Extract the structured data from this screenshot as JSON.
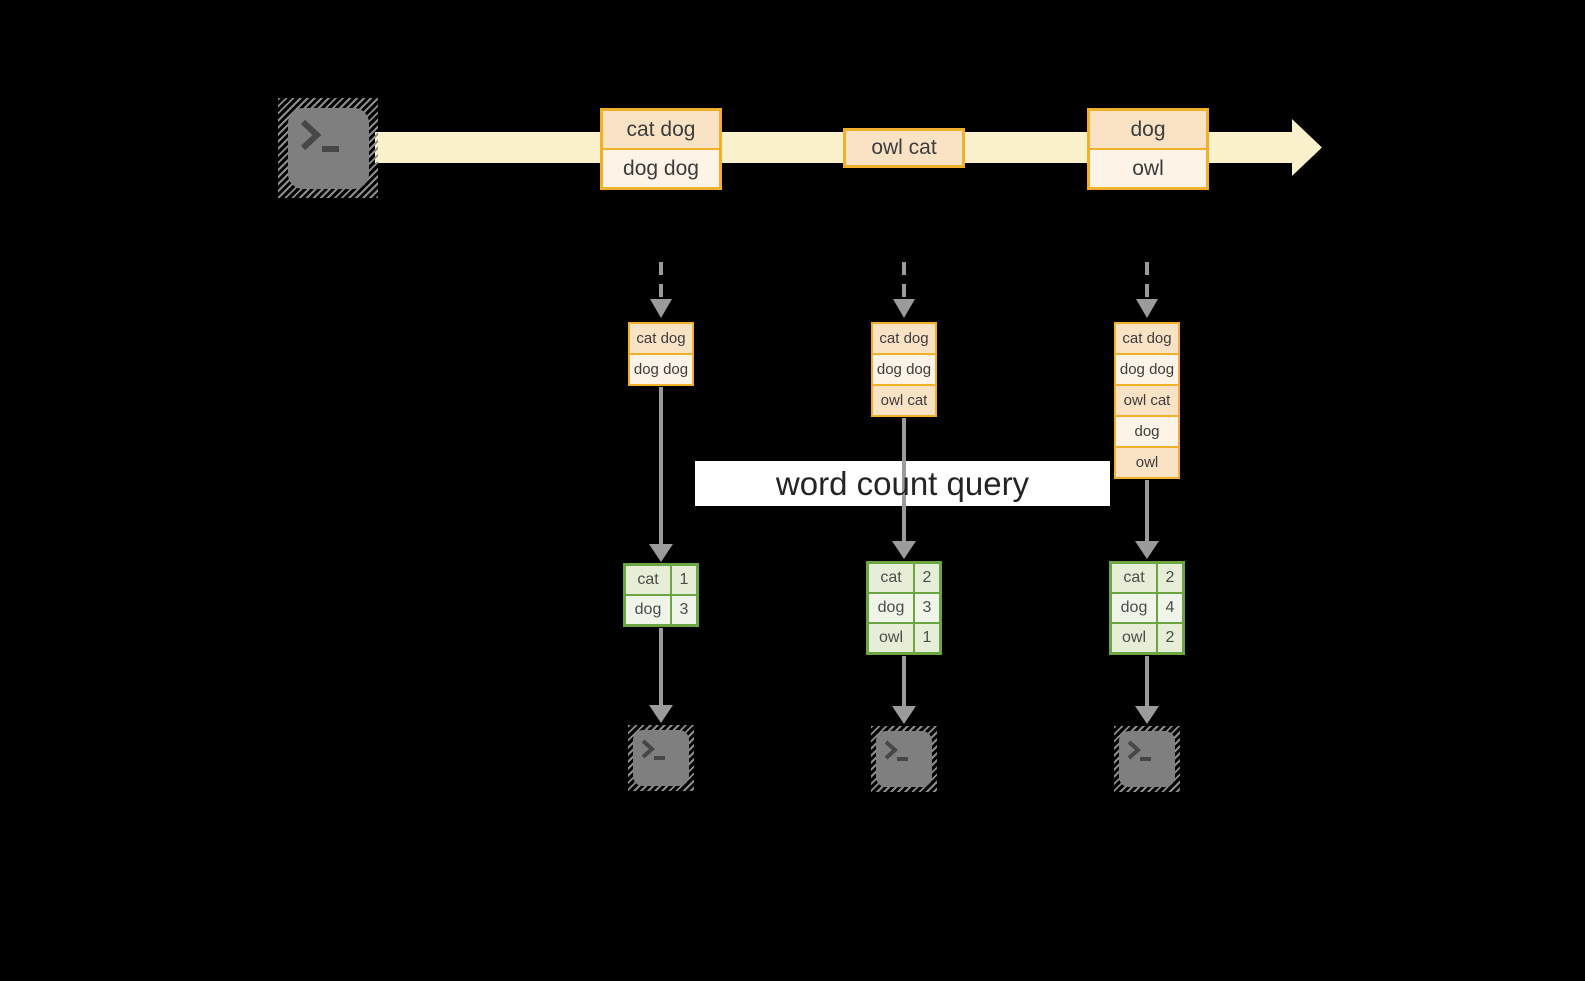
{
  "query": {
    "label": "word count query"
  },
  "stream": {
    "events": [
      {
        "lines": [
          "cat dog",
          "dog dog"
        ]
      },
      {
        "lines": [
          "owl cat"
        ]
      },
      {
        "lines": [
          "dog",
          "owl"
        ]
      }
    ]
  },
  "buffers": [
    {
      "lines": [
        "cat dog",
        "dog dog"
      ]
    },
    {
      "lines": [
        "cat dog",
        "dog dog",
        "owl cat"
      ]
    },
    {
      "lines": [
        "cat dog",
        "dog dog",
        "owl cat",
        "dog",
        "owl"
      ]
    }
  ],
  "tables": [
    {
      "rows": [
        {
          "word": "cat",
          "count": "1"
        },
        {
          "word": "dog",
          "count": "3"
        }
      ]
    },
    {
      "rows": [
        {
          "word": "cat",
          "count": "2"
        },
        {
          "word": "dog",
          "count": "3"
        },
        {
          "word": "owl",
          "count": "1"
        }
      ]
    },
    {
      "rows": [
        {
          "word": "cat",
          "count": "2"
        },
        {
          "word": "dog",
          "count": "4"
        },
        {
          "word": "owl",
          "count": "2"
        }
      ]
    }
  ],
  "icons": {
    "source": "terminal-icon",
    "outputs": [
      "terminal-icon",
      "terminal-icon",
      "terminal-icon"
    ]
  },
  "colors": {
    "background": "#000000",
    "stream_arrow": "#fcf1cd",
    "box_border": "#f0b02a",
    "box_fill_dark": "#fae3c5",
    "box_fill_light": "#fdf3e6",
    "table_border": "#6ba642",
    "table_fill_dark": "#e6eed8",
    "table_fill_light": "#f0f5ea",
    "connector_gray": "#9b9b9b",
    "terminal_gray": "#7f7f7f",
    "banner_white": "#ffffff"
  }
}
